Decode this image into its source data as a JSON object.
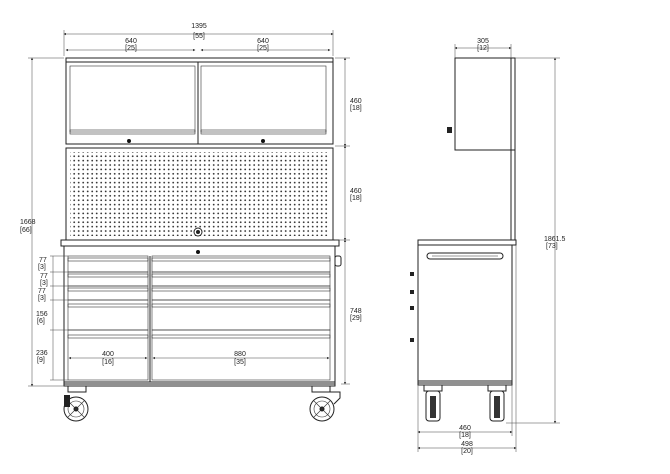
{
  "front": {
    "overall_width": {
      "mm": "1395",
      "in": "[55]"
    },
    "hutch_left_width": {
      "mm": "640",
      "in": "[25]"
    },
    "hutch_right_width": {
      "mm": "640",
      "in": "[25]"
    },
    "hutch_height": {
      "mm": "460",
      "in": "[18]"
    },
    "pegboard_height": {
      "mm": "460",
      "in": "[18]"
    },
    "overall_height": {
      "mm": "1668",
      "in": "[66]"
    },
    "chest_height": {
      "mm": "748",
      "in": "[29]"
    },
    "drawer_heights": [
      {
        "mm": "77",
        "in": "[3]"
      },
      {
        "mm": "77",
        "in": "[3]"
      },
      {
        "mm": "77",
        "in": "[3]"
      },
      {
        "mm": "156",
        "in": "[6]"
      },
      {
        "mm": "236",
        "in": "[9]"
      }
    ],
    "left_drawer_width": {
      "mm": "400",
      "in": "[16]"
    },
    "right_drawer_width": {
      "mm": "880",
      "in": "[35]"
    }
  },
  "side": {
    "hutch_depth": {
      "mm": "305",
      "in": "[12]"
    },
    "total_height": {
      "mm": "1861.5",
      "in": "[73]"
    },
    "chest_depth": {
      "mm": "460",
      "in": "[18]"
    },
    "overall_depth": {
      "mm": "498",
      "in": "[20]"
    }
  }
}
